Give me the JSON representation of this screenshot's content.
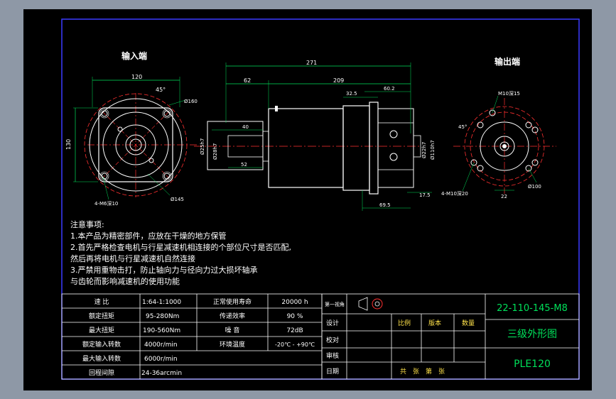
{
  "views": {
    "input_label": "输入端",
    "output_label": "输出端"
  },
  "dimensions": {
    "d120": "120",
    "d45deg": "45°",
    "d160": "Ø160",
    "d130": "130",
    "d145": "Ø145",
    "m6": "4-M6深10",
    "d271": "271",
    "d62": "62",
    "d209": "209",
    "d32_5": "32.5",
    "d60_2": "60.2",
    "d40": "40",
    "d52": "52",
    "d25h7": "Ø25h7",
    "d28h7": "Ø28h7",
    "d22h7": "Ø22h7",
    "d110h7": "Ø110h7",
    "d17_5": "17.5",
    "d69_5": "69.5",
    "m10top": "M10深15",
    "d45b": "45°",
    "m10bot": "4-M10深20",
    "d100": "Ø100",
    "d22": "22"
  },
  "notes": {
    "title": "注意事项:",
    "lines": [
      "1.本产品为精密部件，应放在干燥的地方保管",
      "2.首先严格检查电机与行星减速机相连接的个部位尺寸是否匹配,",
      "然后再将电机与行星减速机自然连接",
      "3.严禁用重物击打，防止轴向力与径向力过大损坏轴承",
      "与齿轮而影响减速机的使用功能"
    ]
  },
  "specs": [
    {
      "label": "速 比",
      "value": "1:64-1:1000",
      "label2": "正常使用寿命",
      "value2": "20000 h"
    },
    {
      "label": "额定扭矩",
      "value": "95-280Nm",
      "label2": "传递效率",
      "value2": "90 %"
    },
    {
      "label": "最大扭矩",
      "value": "190-560Nm",
      "label2": "噪 音",
      "value2": "72dB"
    },
    {
      "label": "额定输入转数",
      "value": "4000r/min",
      "label2": "环境温度",
      "value2": "-20℃ - +90℃"
    },
    {
      "label": "最大输入转数",
      "value": "6000r/min",
      "label2": "",
      "value2": ""
    },
    {
      "label": "回程间隙",
      "value": "24-36arcmin",
      "label2": "",
      "value2": ""
    }
  ],
  "title_block": {
    "projection": "第一视角",
    "design": "设计",
    "check": "校对",
    "date": "日期",
    "review": "审核",
    "date2": "日期",
    "scale": "比例",
    "version": "版本",
    "quantity": "数量",
    "sheets": "共　张　第　张",
    "drawing_no": "22-110-145-M8",
    "drawing_name": "三级外形图",
    "model": "PLE120"
  }
}
